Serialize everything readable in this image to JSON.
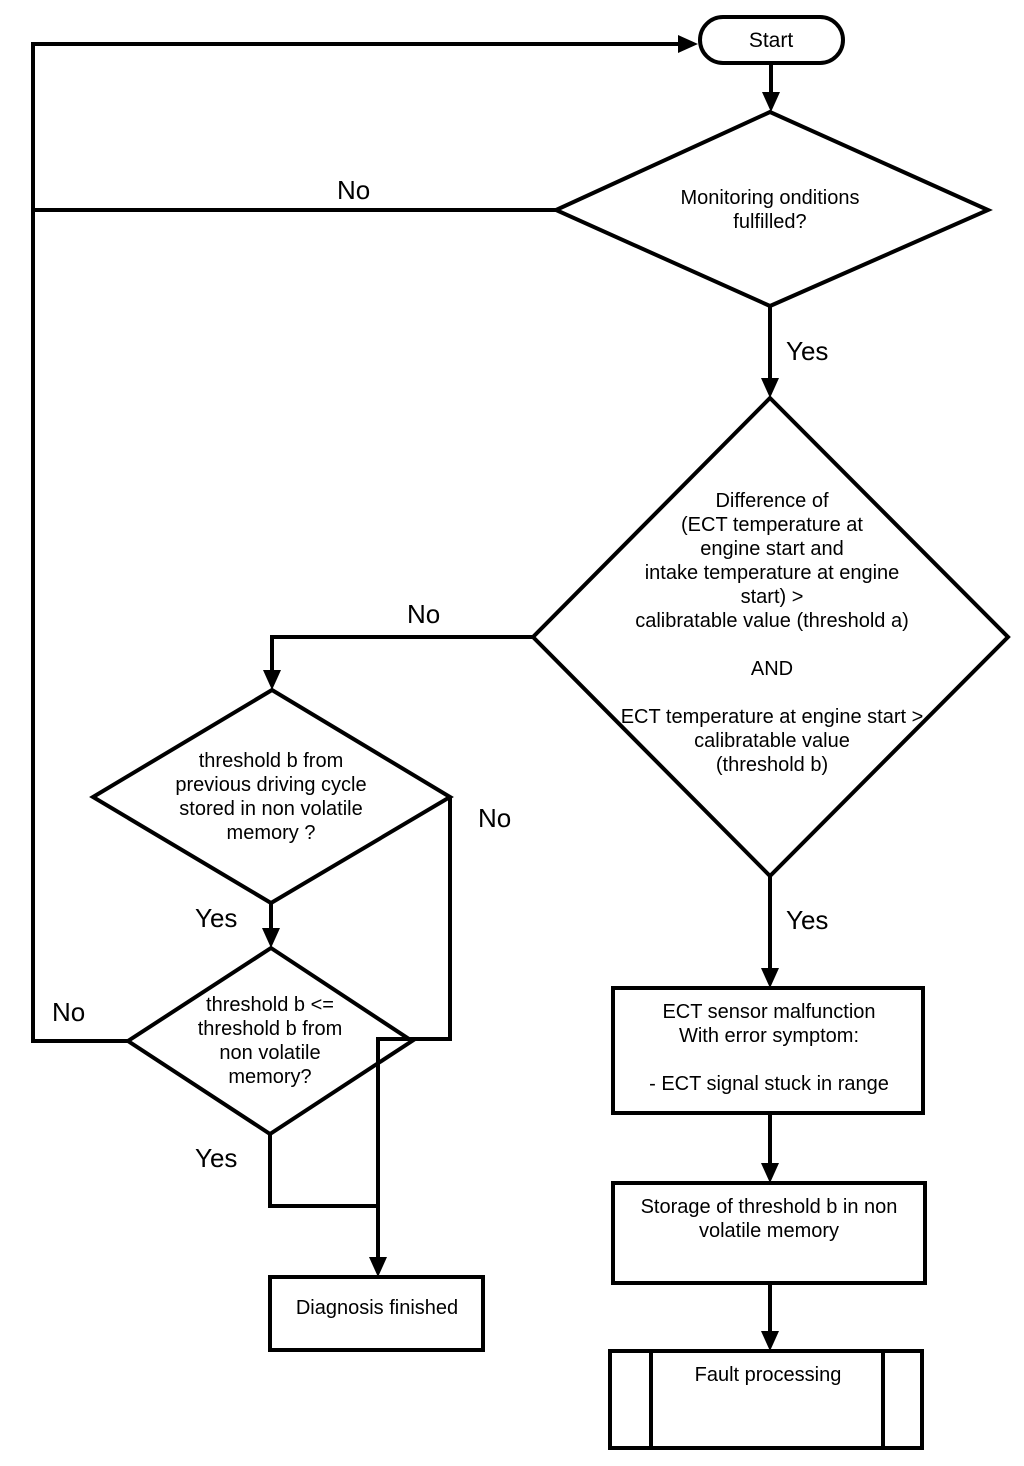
{
  "flowchart": {
    "title": "ECT sensor rationality diagnosis flowchart",
    "colors": {
      "stroke": "#000000",
      "background": "#ffffff",
      "text": "#000000"
    },
    "nodes": {
      "start": {
        "type": "terminator",
        "label": "Start"
      },
      "monitoring": {
        "type": "decision",
        "label": "Monitoring onditions\nfulfilled?"
      },
      "difference": {
        "type": "decision",
        "label": "Difference of\n(ECT temperature at\nengine start and\nintake temperature at engine\nstart) >\ncalibratable value (threshold a)\n\nAND\n\nECT temperature at engine start >\ncalibratable value\n(threshold b)"
      },
      "threshold_stored": {
        "type": "decision",
        "label": "threshold b from\nprevious driving cycle\nstored in non volatile\nmemory ?"
      },
      "threshold_compare": {
        "type": "decision",
        "label": "threshold b <=\nthreshold b from\nnon volatile\nmemory?"
      },
      "ect_malfunction": {
        "type": "process",
        "label": "ECT sensor malfunction\nWith error symptom:\n\n- ECT signal stuck in range"
      },
      "storage": {
        "type": "process",
        "label": "Storage of threshold b in non\nvolatile memory"
      },
      "fault_processing": {
        "type": "predefined-process",
        "label": "Fault processing"
      },
      "diagnosis_finished": {
        "type": "process",
        "label": "Diagnosis finished"
      }
    },
    "edge_labels": {
      "monitoring_no": "No",
      "monitoring_yes": "Yes",
      "difference_no": "No",
      "difference_yes": "Yes",
      "threshold_stored_yes": "Yes",
      "threshold_stored_no": "No",
      "threshold_compare_no": "No",
      "threshold_compare_yes": "Yes"
    }
  }
}
